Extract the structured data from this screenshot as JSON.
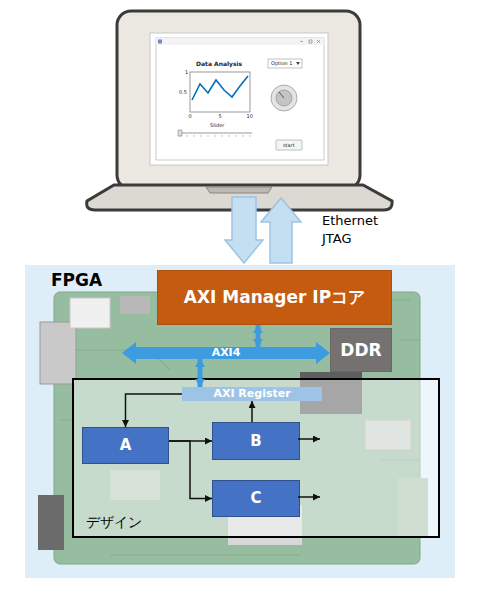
{
  "diagram": {
    "nodes": [
      {
        "text": [
          "FPGA"
        ]
      },
      {
        "text": [
          "AXI Manager IPコア"
        ],
        "in": 0
      },
      {
        "text": [
          "AXI4"
        ],
        "in": 0
      },
      {
        "text": [
          "DDR"
        ],
        "in": 0
      },
      {
        "text": [
          "デザイン"
        ],
        "in": 0
      },
      {
        "text": [
          "AXI Register"
        ],
        "in": 4
      },
      {
        "text": [
          "A"
        ],
        "in": 4
      },
      {
        "text": [
          "B"
        ],
        "in": 4
      },
      {
        "text": [
          "C"
        ],
        "in": 4
      }
    ],
    "edges": [
      {
        "from": 1,
        "to": 2,
        "arrow": "both"
      },
      {
        "from": 2,
        "to": 5,
        "arrow": "both"
      },
      {
        "from": 5,
        "to": 6,
        "arrow": "to"
      },
      {
        "from": 7,
        "to": 5,
        "arrow": "to"
      },
      {
        "from": 6,
        "to": 7,
        "arrow": "to"
      },
      {
        "from": 6,
        "to": 8,
        "arrow": "to"
      }
    ],
    "labels": [
      "Data Analysis",
      "Option 1",
      "1",
      "0.5",
      "0",
      "5",
      "10",
      "Slider",
      "start",
      "Ethernet JTAG"
    ]
  }
}
